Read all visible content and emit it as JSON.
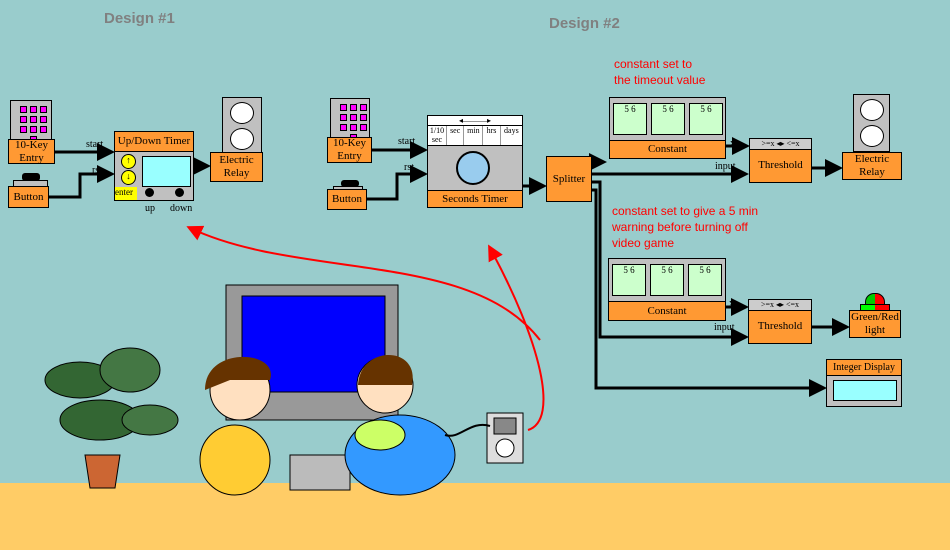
{
  "titles": {
    "design1": "Design #1",
    "design2": "Design #2"
  },
  "design1": {
    "keypad": "10-Key Entry",
    "button": "Button",
    "timer": "Up/Down Timer",
    "enter": "enter",
    "up": "up",
    "down": "down",
    "relay": "Electric Relay",
    "start": "start",
    "rst": "rst"
  },
  "design2": {
    "keypad": "10-Key Entry",
    "button": "Button",
    "start": "start",
    "rst": "rst",
    "timer": {
      "label": "Seconds Timer",
      "tabs": [
        "1/10 sec",
        "sec",
        "min",
        "hrs",
        "days"
      ]
    },
    "splitter": "Splitter",
    "constant1": "Constant",
    "constant2": "Constant",
    "threshold1": "Threshold",
    "threshold2": "Threshold",
    "threshold_header": ">=x ◂▸ <=x",
    "x": "x",
    "input": "input",
    "relay": "Electric Relay",
    "light": "Green/Red light",
    "display": "Integer Display",
    "note1": [
      "constant set to",
      "the timeout value"
    ],
    "note2": [
      "constant set to give a 5 min",
      "warning before turning off",
      "video game"
    ],
    "dial_digits": "5 6"
  },
  "colors": {
    "background": "#99cccc",
    "block": "#ff9933",
    "floor": "#ffcc66",
    "note": "#ff0000"
  }
}
